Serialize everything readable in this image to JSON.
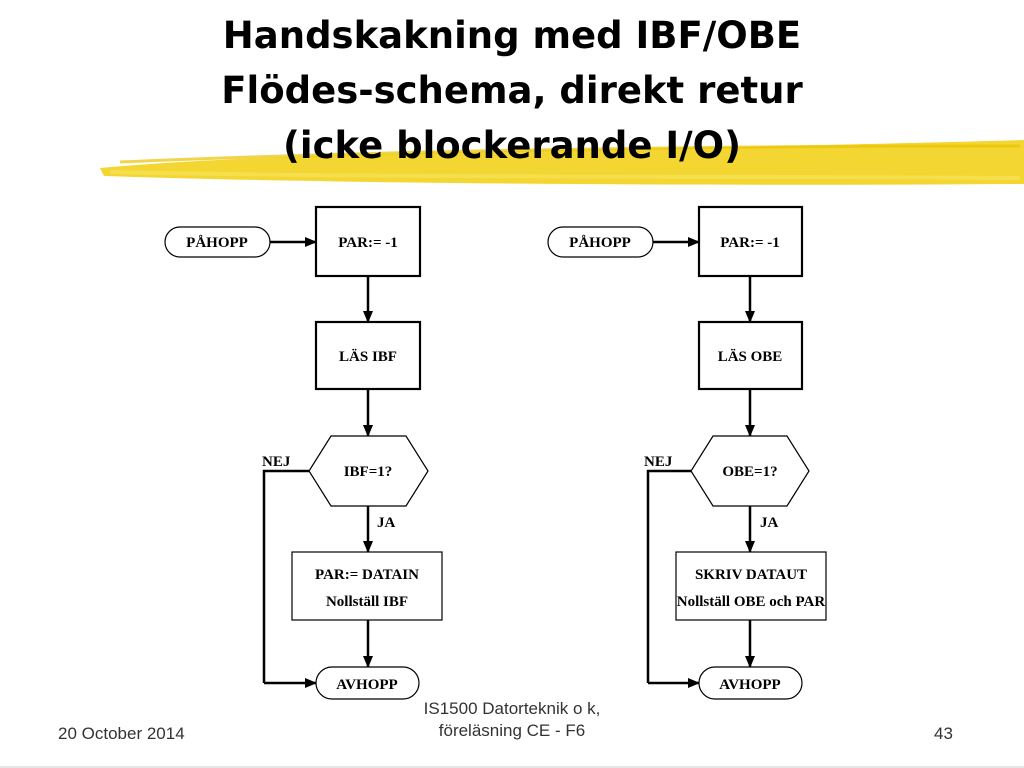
{
  "title": {
    "line1": "Handskakning med IBF/OBE",
    "line2": "Flödes-schema, direkt retur",
    "line3": "(icke blockerande I/O)"
  },
  "colors": {
    "highlight": "#f2d21b",
    "stroke": "#000000",
    "footer_text": "#333333"
  },
  "left_flow": {
    "entry": "PÅHOPP",
    "init": "PAR:= -1",
    "read": "LÄS IBF",
    "decision": "IBF=1?",
    "no_label": "NEJ",
    "yes_label": "JA",
    "action_line1": "PAR:= DATAIN",
    "action_line2": "Nollställ IBF",
    "exit": "AVHOPP"
  },
  "right_flow": {
    "entry": "PÅHOPP",
    "init": "PAR:= -1",
    "read": "LÄS OBE",
    "decision": "OBE=1?",
    "no_label": "NEJ",
    "yes_label": "JA",
    "action_line1": "SKRIV DATAUT",
    "action_line2": "Nollställ OBE och PAR",
    "exit": "AVHOPP"
  },
  "footer": {
    "date": "20 October 2014",
    "course_line1": "IS1500 Datorteknik o k,",
    "course_line2": "föreläsning CE - F6",
    "page": "43"
  }
}
